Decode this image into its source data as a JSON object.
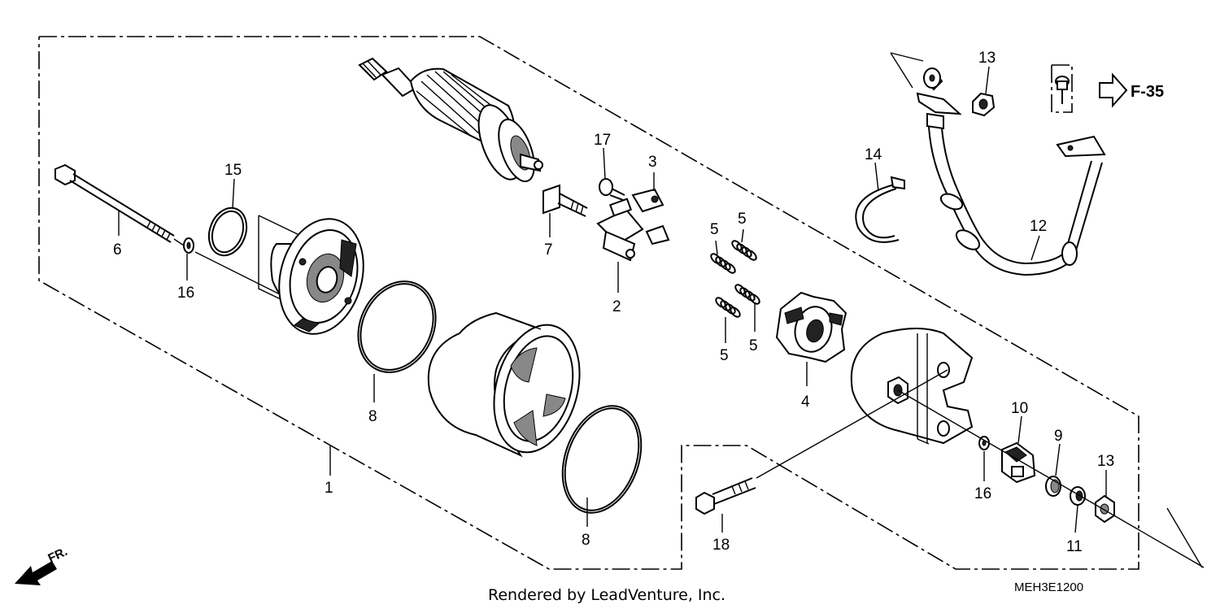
{
  "diagram": {
    "reference_arrow": "F-35",
    "direction_label": "FR.",
    "diagram_code": "MEH3E1200",
    "credit": "Rendered by LeadVenture, Inc.",
    "callouts": [
      "1",
      "2",
      "3",
      "4",
      "5",
      "5",
      "5",
      "5",
      "6",
      "7",
      "8",
      "8",
      "9",
      "10",
      "11",
      "12",
      "13",
      "13",
      "14",
      "15",
      "16",
      "16",
      "17",
      "18"
    ]
  }
}
